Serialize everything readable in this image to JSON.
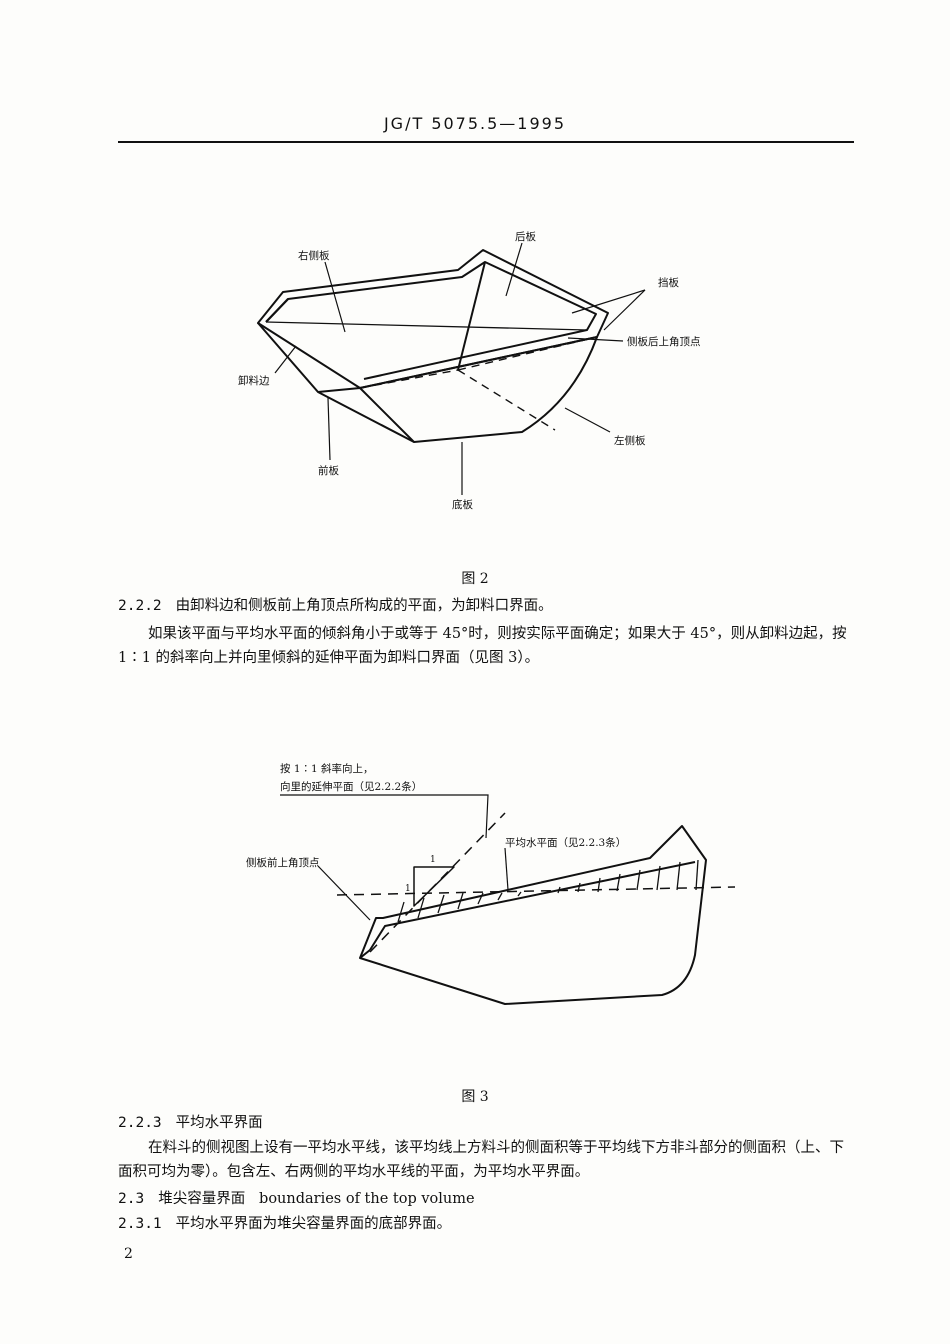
{
  "header": {
    "code": "JG/T 5075.5—1995"
  },
  "figure2": {
    "labels": {
      "rear": "后板",
      "right_side": "右侧板",
      "baffle": "挡板",
      "rear_corner": "侧板后上角顶点",
      "discharge_edge": "卸料边",
      "left_side": "左侧板",
      "front": "前板",
      "bottom": "底板"
    },
    "caption": "图 2"
  },
  "sec_2_2_2": {
    "number": "2.2.2",
    "text": "由卸料边和侧板前上角顶点所构成的平面，为卸料口界面。",
    "para": "如果该平面与平均水平面的倾斜角小于或等于 45°时，则按实际平面确定；如果大于 45°，则从卸料边起，按 1∶1 的斜率向上并向里倾斜的延伸平面为卸料口界面（见图 3）。"
  },
  "figure3": {
    "labels": {
      "slope_line1": "按 1∶1 斜率向上，",
      "slope_line2": "向里的延伸平面（见2.2.2条）",
      "avg_plane": "平均水平面（见2.2.3条）",
      "front_corner": "侧板前上角顶点",
      "tri_h": "1",
      "tri_v": "1"
    },
    "caption": "图 3"
  },
  "sec_2_2_3": {
    "number": "2.2.3",
    "title": "平均水平界面",
    "para": "在料斗的侧视图上设有一平均水平线，该平均线上方料斗的侧面积等于平均线下方非斗部分的侧面积（上、下面积可均为零）。包含左、右两侧的平均水平线的平面，为平均水平界面。"
  },
  "sec_2_3": {
    "number": "2.3",
    "title": "堆尖容量界面",
    "title_en": "boundaries of the top volume"
  },
  "sec_2_3_1": {
    "number": "2.3.1",
    "text": "平均水平界面为堆尖容量界面的底部界面。"
  },
  "page_number": "2"
}
